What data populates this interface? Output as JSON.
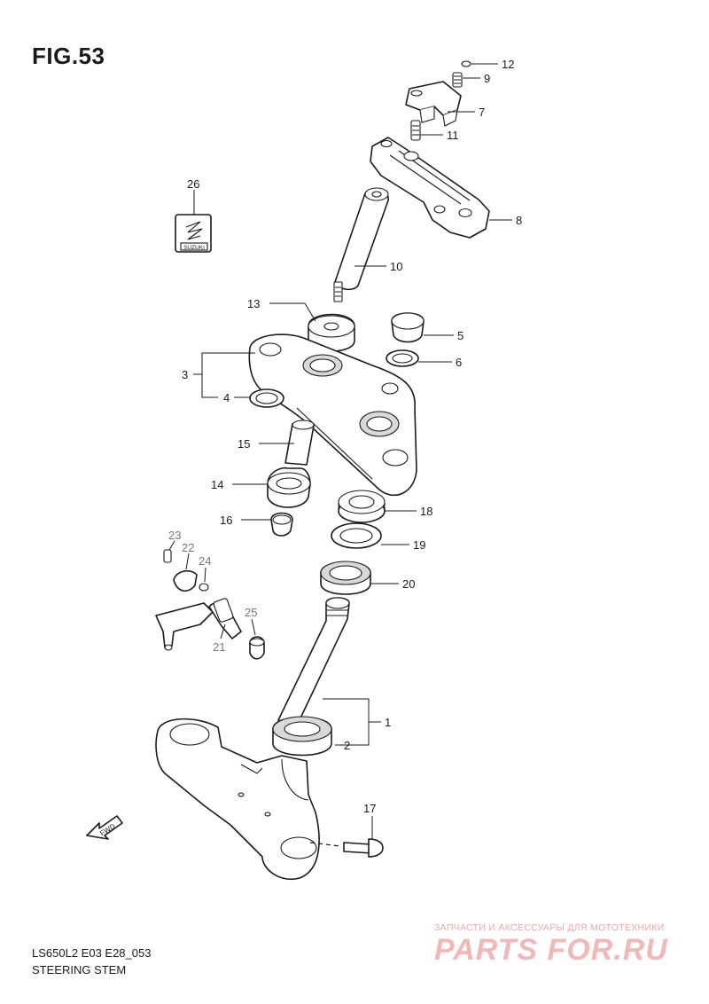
{
  "figure": {
    "title": "FIG.53",
    "model_code": "LS650L2 E03 E28_053",
    "section_title": "STEERING STEM"
  },
  "callouts": [
    {
      "id": "c1",
      "label": "1"
    },
    {
      "id": "c2",
      "label": "2"
    },
    {
      "id": "c3",
      "label": "3"
    },
    {
      "id": "c4",
      "label": "4"
    },
    {
      "id": "c5",
      "label": "5"
    },
    {
      "id": "c6",
      "label": "6"
    },
    {
      "id": "c7",
      "label": "7"
    },
    {
      "id": "c8",
      "label": "8"
    },
    {
      "id": "c9",
      "label": "9"
    },
    {
      "id": "c10",
      "label": "10"
    },
    {
      "id": "c11",
      "label": "11"
    },
    {
      "id": "c12",
      "label": "12"
    },
    {
      "id": "c13",
      "label": "13"
    },
    {
      "id": "c14",
      "label": "14"
    },
    {
      "id": "c15",
      "label": "15"
    },
    {
      "id": "c16",
      "label": "16"
    },
    {
      "id": "c17",
      "label": "17"
    },
    {
      "id": "c18",
      "label": "18"
    },
    {
      "id": "c19",
      "label": "19"
    },
    {
      "id": "c20",
      "label": "20"
    },
    {
      "id": "c21",
      "label": "21"
    },
    {
      "id": "c22",
      "label": "22"
    },
    {
      "id": "c23",
      "label": "23"
    },
    {
      "id": "c24",
      "label": "24"
    },
    {
      "id": "c25",
      "label": "25"
    },
    {
      "id": "c26",
      "label": "26"
    }
  ],
  "direction_arrow": "FWD",
  "emblem_text": "SUZUKI",
  "watermark": {
    "subtitle": "ЗАПЧАСТИ И АКСЕССУАРЫ ДЛЯ МОТОТЕХНИКИ",
    "logo": "PARTS FOR.RU"
  }
}
